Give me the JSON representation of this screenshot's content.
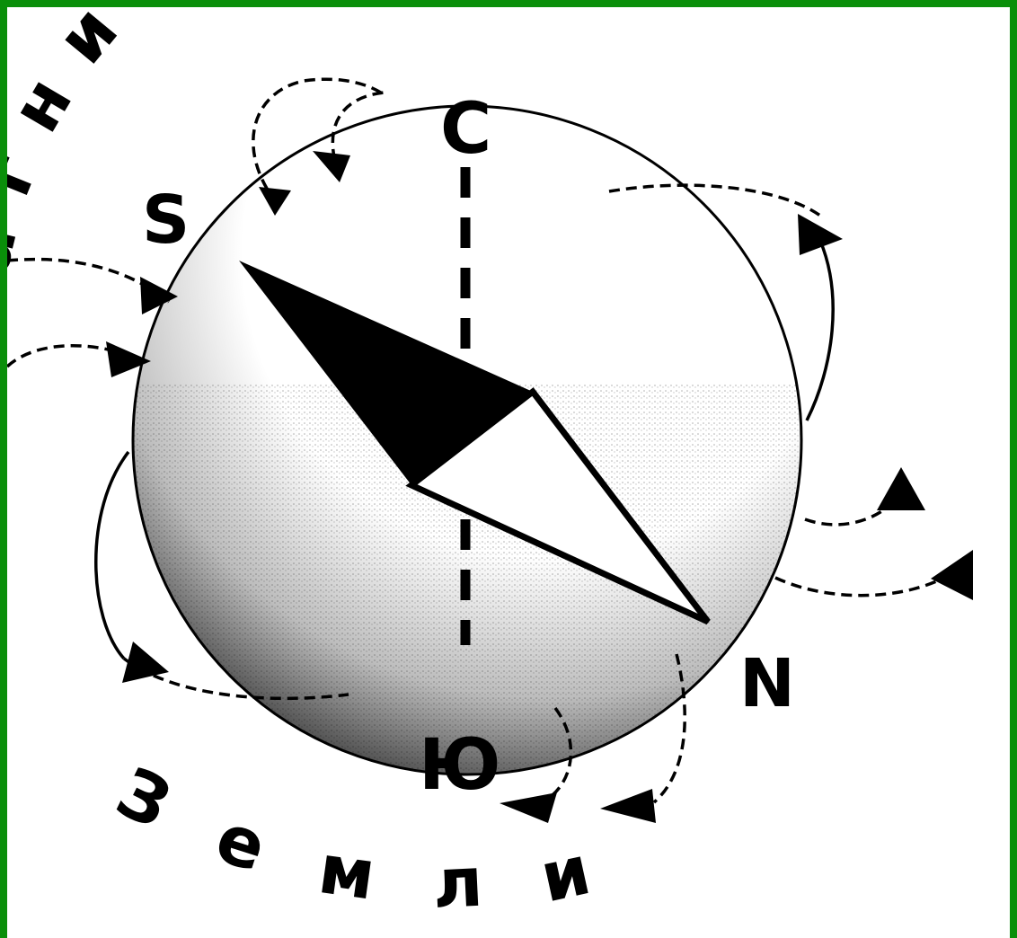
{
  "diagram": {
    "arc_top_text": "агнитное поле",
    "arc_bottom_text": "Земли",
    "labels": {
      "north_geo": "С",
      "south_geo": "Ю",
      "pole_s": "S",
      "pole_n": "N"
    },
    "colors": {
      "frame": "#0a8f0a",
      "ink": "#000000",
      "background": "#ffffff"
    }
  }
}
